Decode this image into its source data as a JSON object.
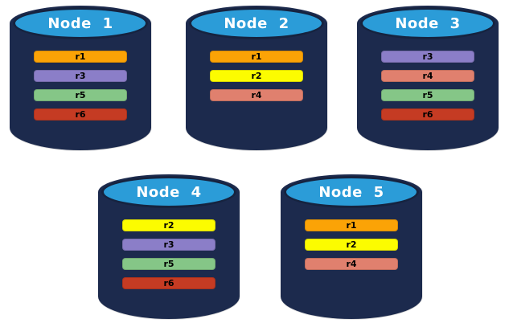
{
  "diagram": {
    "description": "Five database nodes with replica placement",
    "colors": {
      "background": "#ffffff",
      "cylinder_body": "#1C2A4D",
      "cylinder_top_fill": "#2B9CD8",
      "cylinder_top_border": "#16233F",
      "title_text": "#ffffff",
      "bar_text": "#000000",
      "replica_colors": {
        "r1": "#FBA306",
        "r2": "#FCFC00",
        "r3": "#8B7EC8",
        "r4": "#E0806E",
        "r5": "#85C687",
        "r6": "#C53B23"
      }
    },
    "nodes": [
      {
        "label": "Node 1",
        "replicas": [
          "r1",
          "r3",
          "r5",
          "r6"
        ]
      },
      {
        "label": "Node 2",
        "replicas": [
          "r1",
          "r2",
          "r4"
        ]
      },
      {
        "label": "Node 3",
        "replicas": [
          "r3",
          "r4",
          "r5",
          "r6"
        ]
      },
      {
        "label": "Node 4",
        "replicas": [
          "r2",
          "r3",
          "r5",
          "r6"
        ]
      },
      {
        "label": "Node 5",
        "replicas": [
          "r1",
          "r2",
          "r4"
        ]
      }
    ]
  }
}
